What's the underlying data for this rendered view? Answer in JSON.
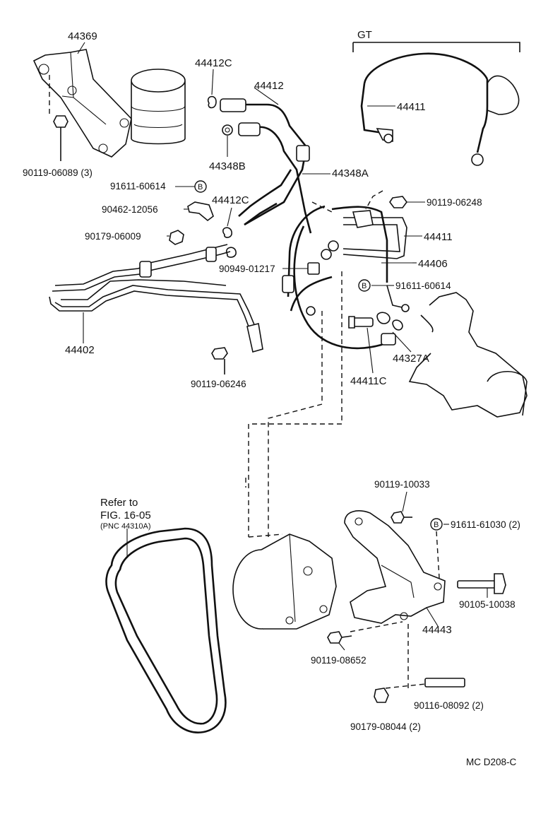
{
  "labels": {
    "p44369": "44369",
    "p90119_06089": "90119-06089 (3)",
    "p44412C_top": "44412C",
    "p44412": "44412",
    "p44348B": "44348B",
    "p44348A": "44348A",
    "gt": "GT",
    "p44411_top": "44411",
    "p91611_60614_a": "91611-60614",
    "p90462_12056": "90462-12056",
    "p44412C_mid": "44412C",
    "p90119_06248": "90119-06248",
    "p90179_06009": "90179-06009",
    "p44411_mid": "44411",
    "p90949_01217": "90949-01217",
    "p44406": "44406",
    "p91611_60614_b": "91611-60614",
    "p44402": "44402",
    "p44327A": "44327A",
    "p44411C": "44411C",
    "p90119_06246": "90119-06246",
    "refer_to": "Refer to",
    "fig": "FIG. 16-05",
    "pnc": "(PNC 44310A)",
    "p90119_10033": "90119-10033",
    "p91611_61030": "91611-61030 (2)",
    "p90105_10038": "90105-10038",
    "p44443": "44443",
    "p90119_08652": "90119-08652",
    "p90116_08092": "90116-08092 (2)",
    "p90179_08044": "90179-08044 (2)",
    "code": "MC  D208-C"
  },
  "b_marker": "B"
}
